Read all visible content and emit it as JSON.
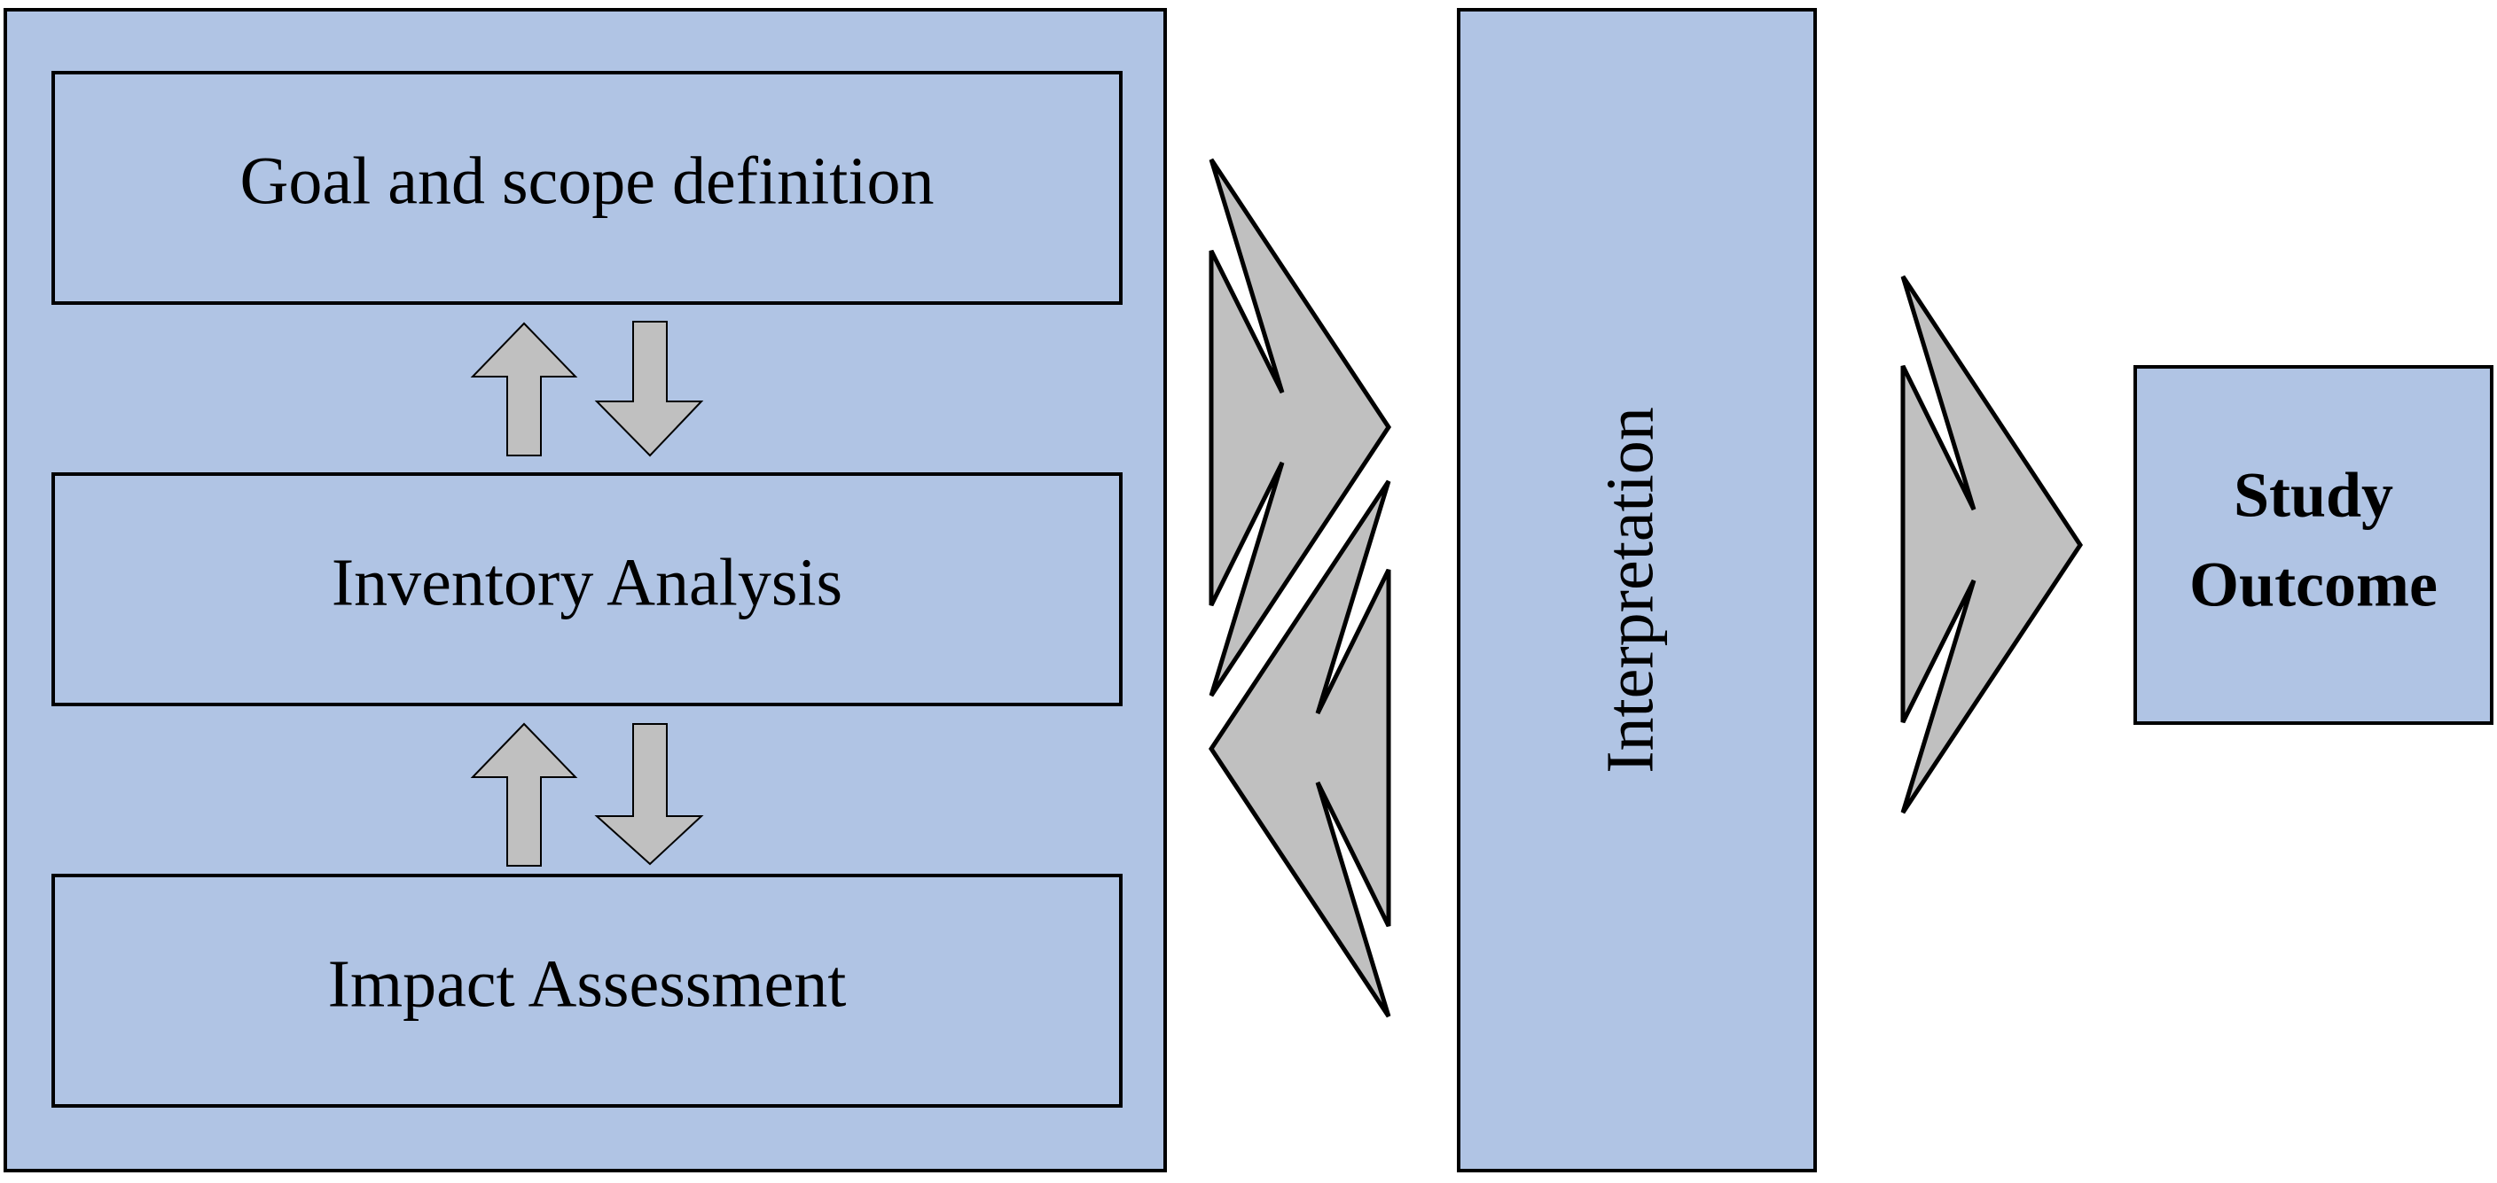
{
  "diagram": {
    "stages": {
      "goal": "Goal and scope definition",
      "inventory": "Inventory Analysis",
      "impact": "Impact Assessment"
    },
    "interpretation": "Interpretation",
    "outcome": {
      "line1": "Study",
      "line2": "Outcome"
    }
  },
  "colors": {
    "box_fill": "#b0c4e4",
    "arrow_fill": "#c0c0c0",
    "stroke": "#000000"
  }
}
